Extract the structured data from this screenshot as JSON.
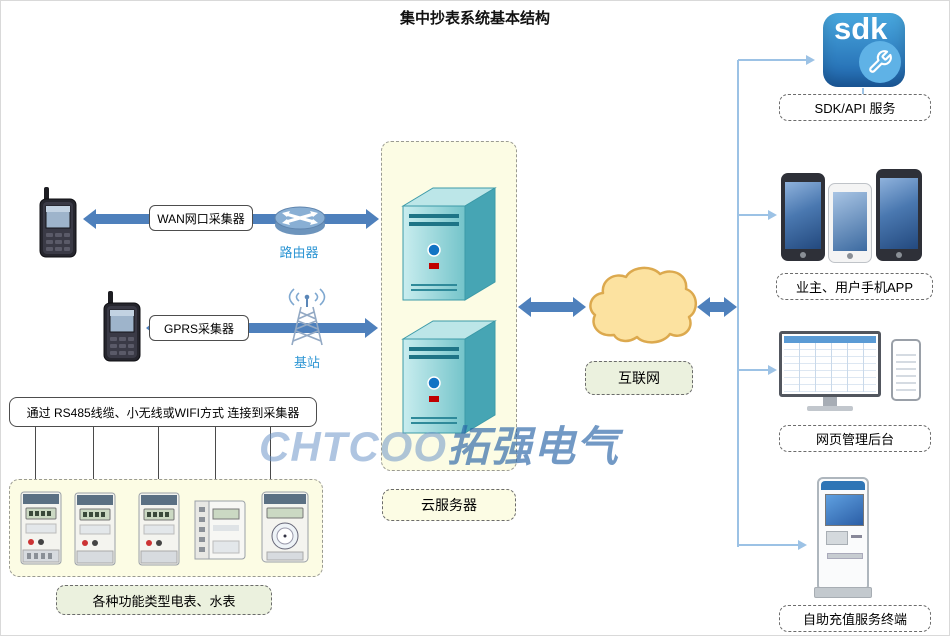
{
  "title": "集中抄表系统基本结构",
  "watermark": {
    "en": "CHTCOO",
    "cn": "拓强电气"
  },
  "left": {
    "wan_collector": "WAN网口采集器",
    "router": "路由器",
    "gprs_collector": "GPRS采集器",
    "base_station": "基站",
    "connect_note": "通过 RS485线缆、小无线或WIFI方式 连接到采集器",
    "meters_caption": "各种功能类型电表、水表"
  },
  "center": {
    "cloud_server": "云服务器",
    "internet": "互联网"
  },
  "right": {
    "sdk_logo": "sdk",
    "sdk_api": "SDK/API 服务",
    "owner_app": "业主、用户手机APP",
    "web_admin": "网页管理后台",
    "recharge_terminal": "自助充值服务终端"
  },
  "colors": {
    "arrow_blue": "#4E80BC",
    "connector_blue": "#9CC2E5",
    "cloud_fill": "#FCE2A0",
    "cloud_stroke": "#DCA94E",
    "panel_yellow": "#FCFCE4",
    "label_green": "#EBF1DE",
    "sdk_blue": "#1E63AC",
    "caption_blue": "#2E96D4"
  }
}
